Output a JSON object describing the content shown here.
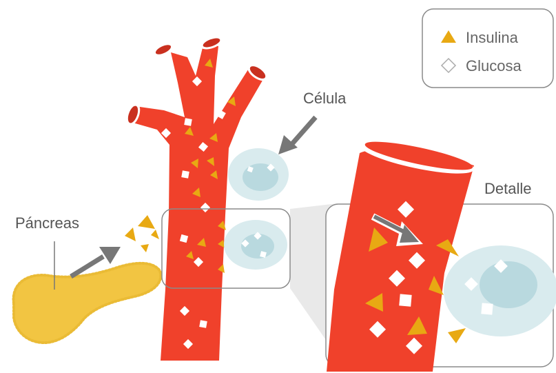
{
  "legend": {
    "insulin_label": "Insulina",
    "glucose_label": "Glucosa"
  },
  "labels": {
    "cell": "Célula",
    "pancreas": "Páncreas",
    "detail": "Detalle"
  },
  "colors": {
    "vessel": "#f0412b",
    "vessel_inner": "#c9301f",
    "insulin": "#e8a913",
    "pancreas": "#f2c542",
    "cell_outer": "#d9ebee",
    "cell_nucleus": "#b9d9df",
    "arrow": "#777777",
    "box_stroke": "#888888",
    "label_text": "#555555"
  }
}
